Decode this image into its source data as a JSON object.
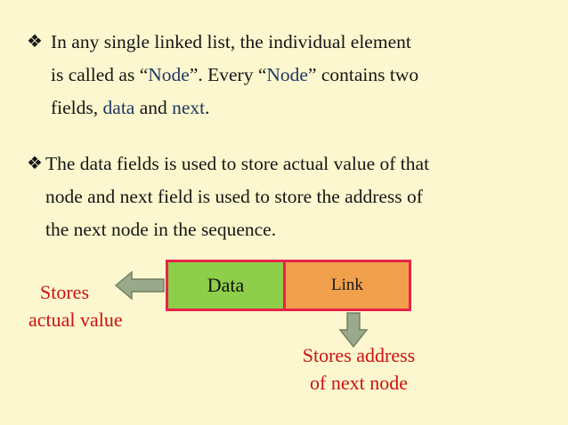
{
  "slide": {
    "background_color": "#fcf7ce",
    "body_text_color": "#161616",
    "keyword_color": "#1f3864",
    "caption_color": "#cc1111"
  },
  "paragraph1": {
    "bullet": "❖",
    "line1": "In any single linked list, the  individual element",
    "line2_part1": "is called as “",
    "line2_kw1": "Node",
    "line2_part2": "”. Every “",
    "line2_kw2": "Node",
    "line2_part3": "” contains two",
    "line3_part1": "fields, ",
    "line3_kw1": "data",
    "line3_part2": " and ",
    "line3_kw2": "next",
    "line3_part3": "."
  },
  "paragraph2": {
    "bullet": "❖",
    "line1": "The data fields is used to store actual value of that",
    "line2": "node and next field is used to store the address of",
    "line3": "the next node in the sequence."
  },
  "diagram": {
    "node_box": {
      "border_color": "#e8234a",
      "data_cell": {
        "label": "Data",
        "fill_color": "#8dce4a"
      },
      "link_cell": {
        "label": "Link",
        "fill_color": "#f0a04b"
      }
    },
    "arrow_left": {
      "name": "left-arrow",
      "fill_color": "#99a98a",
      "stroke_color": "#6e7d63",
      "direction": "left"
    },
    "arrow_down": {
      "name": "down-arrow",
      "fill_color": "#99a98a",
      "stroke_color": "#6e7d63",
      "direction": "down"
    },
    "caption_left": {
      "line1": "Stores",
      "line2": "actual value"
    },
    "caption_right": {
      "line1": "Stores address",
      "line2": "of next node"
    }
  }
}
